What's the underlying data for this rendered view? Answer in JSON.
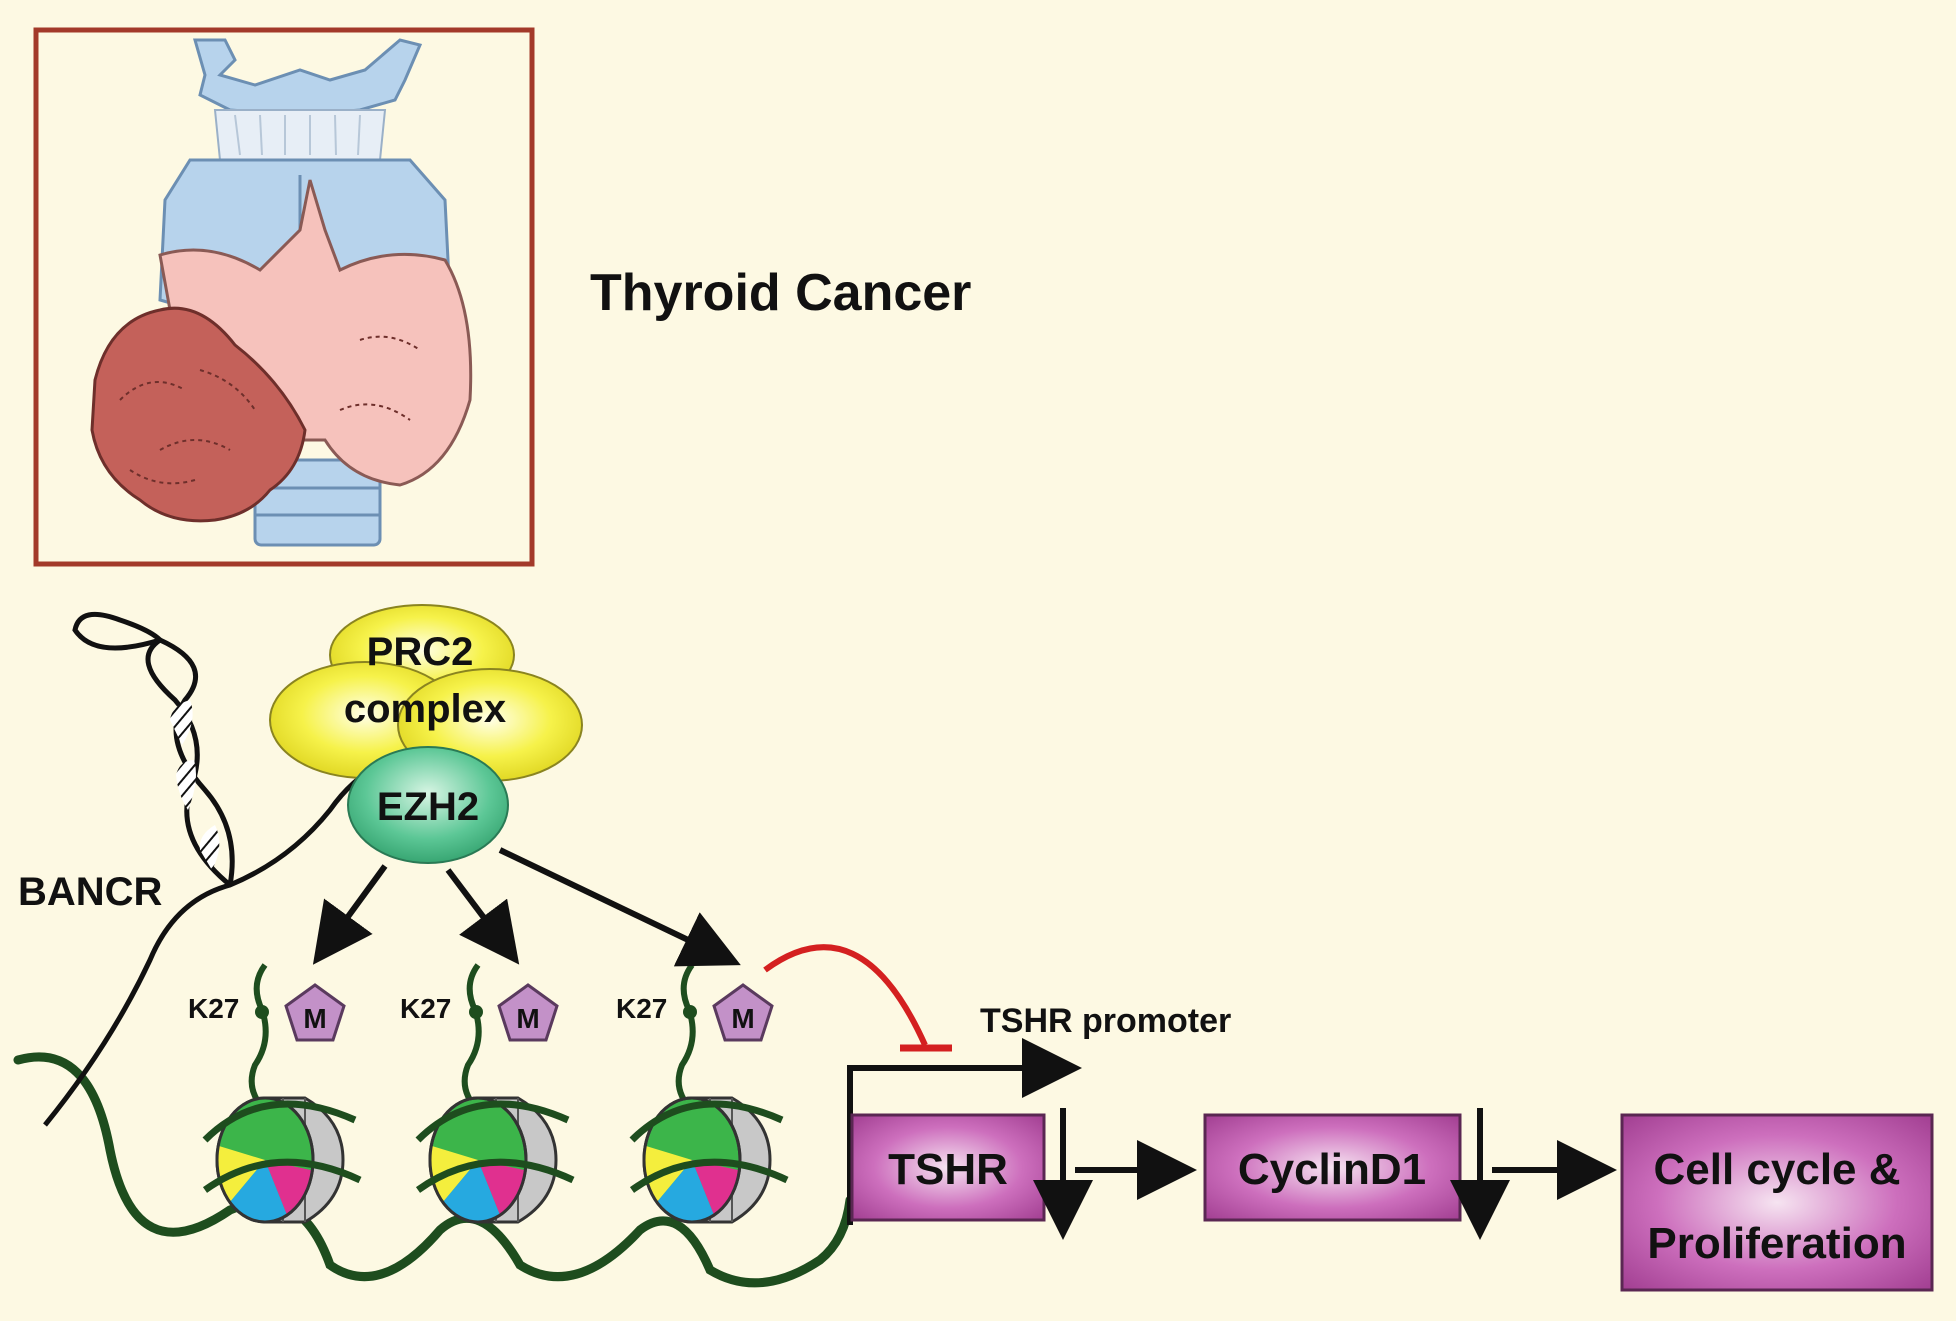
{
  "title": "Thyroid Cancer",
  "labels": {
    "prc2_line1": "PRC2",
    "prc2_line2": "complex",
    "ezh2": "EZH2",
    "bancr": "BANCR",
    "k27": "K27",
    "m": "M",
    "tshr_promoter": "TSHR promoter"
  },
  "boxes": {
    "tshr": "TSHR",
    "cyclind1": "CyclinD1",
    "cellcycle_line1": "Cell cycle &",
    "cellcycle_line2": "Proliferation"
  },
  "colors": {
    "background": "#fdf9e3",
    "frame": "#a33a2a",
    "prc2": "#f2ef3a",
    "ezh2": "#4cbf8a",
    "box": "#b24aa3",
    "pentagon": "#c391c8",
    "chromatin": "#1e4d1e",
    "inhibit": "#d42020",
    "nuc_green": "#3cb54a",
    "nuc_magenta": "#e0308f",
    "nuc_cyan": "#26a9e0",
    "nuc_yellow": "#f4ee3d",
    "nuc_gray": "#c8c8c8"
  },
  "icons": [
    "thyroid-illustration",
    "dna-helix-icon",
    "nucleosome-icon",
    "methyl-pentagon-icon"
  ]
}
